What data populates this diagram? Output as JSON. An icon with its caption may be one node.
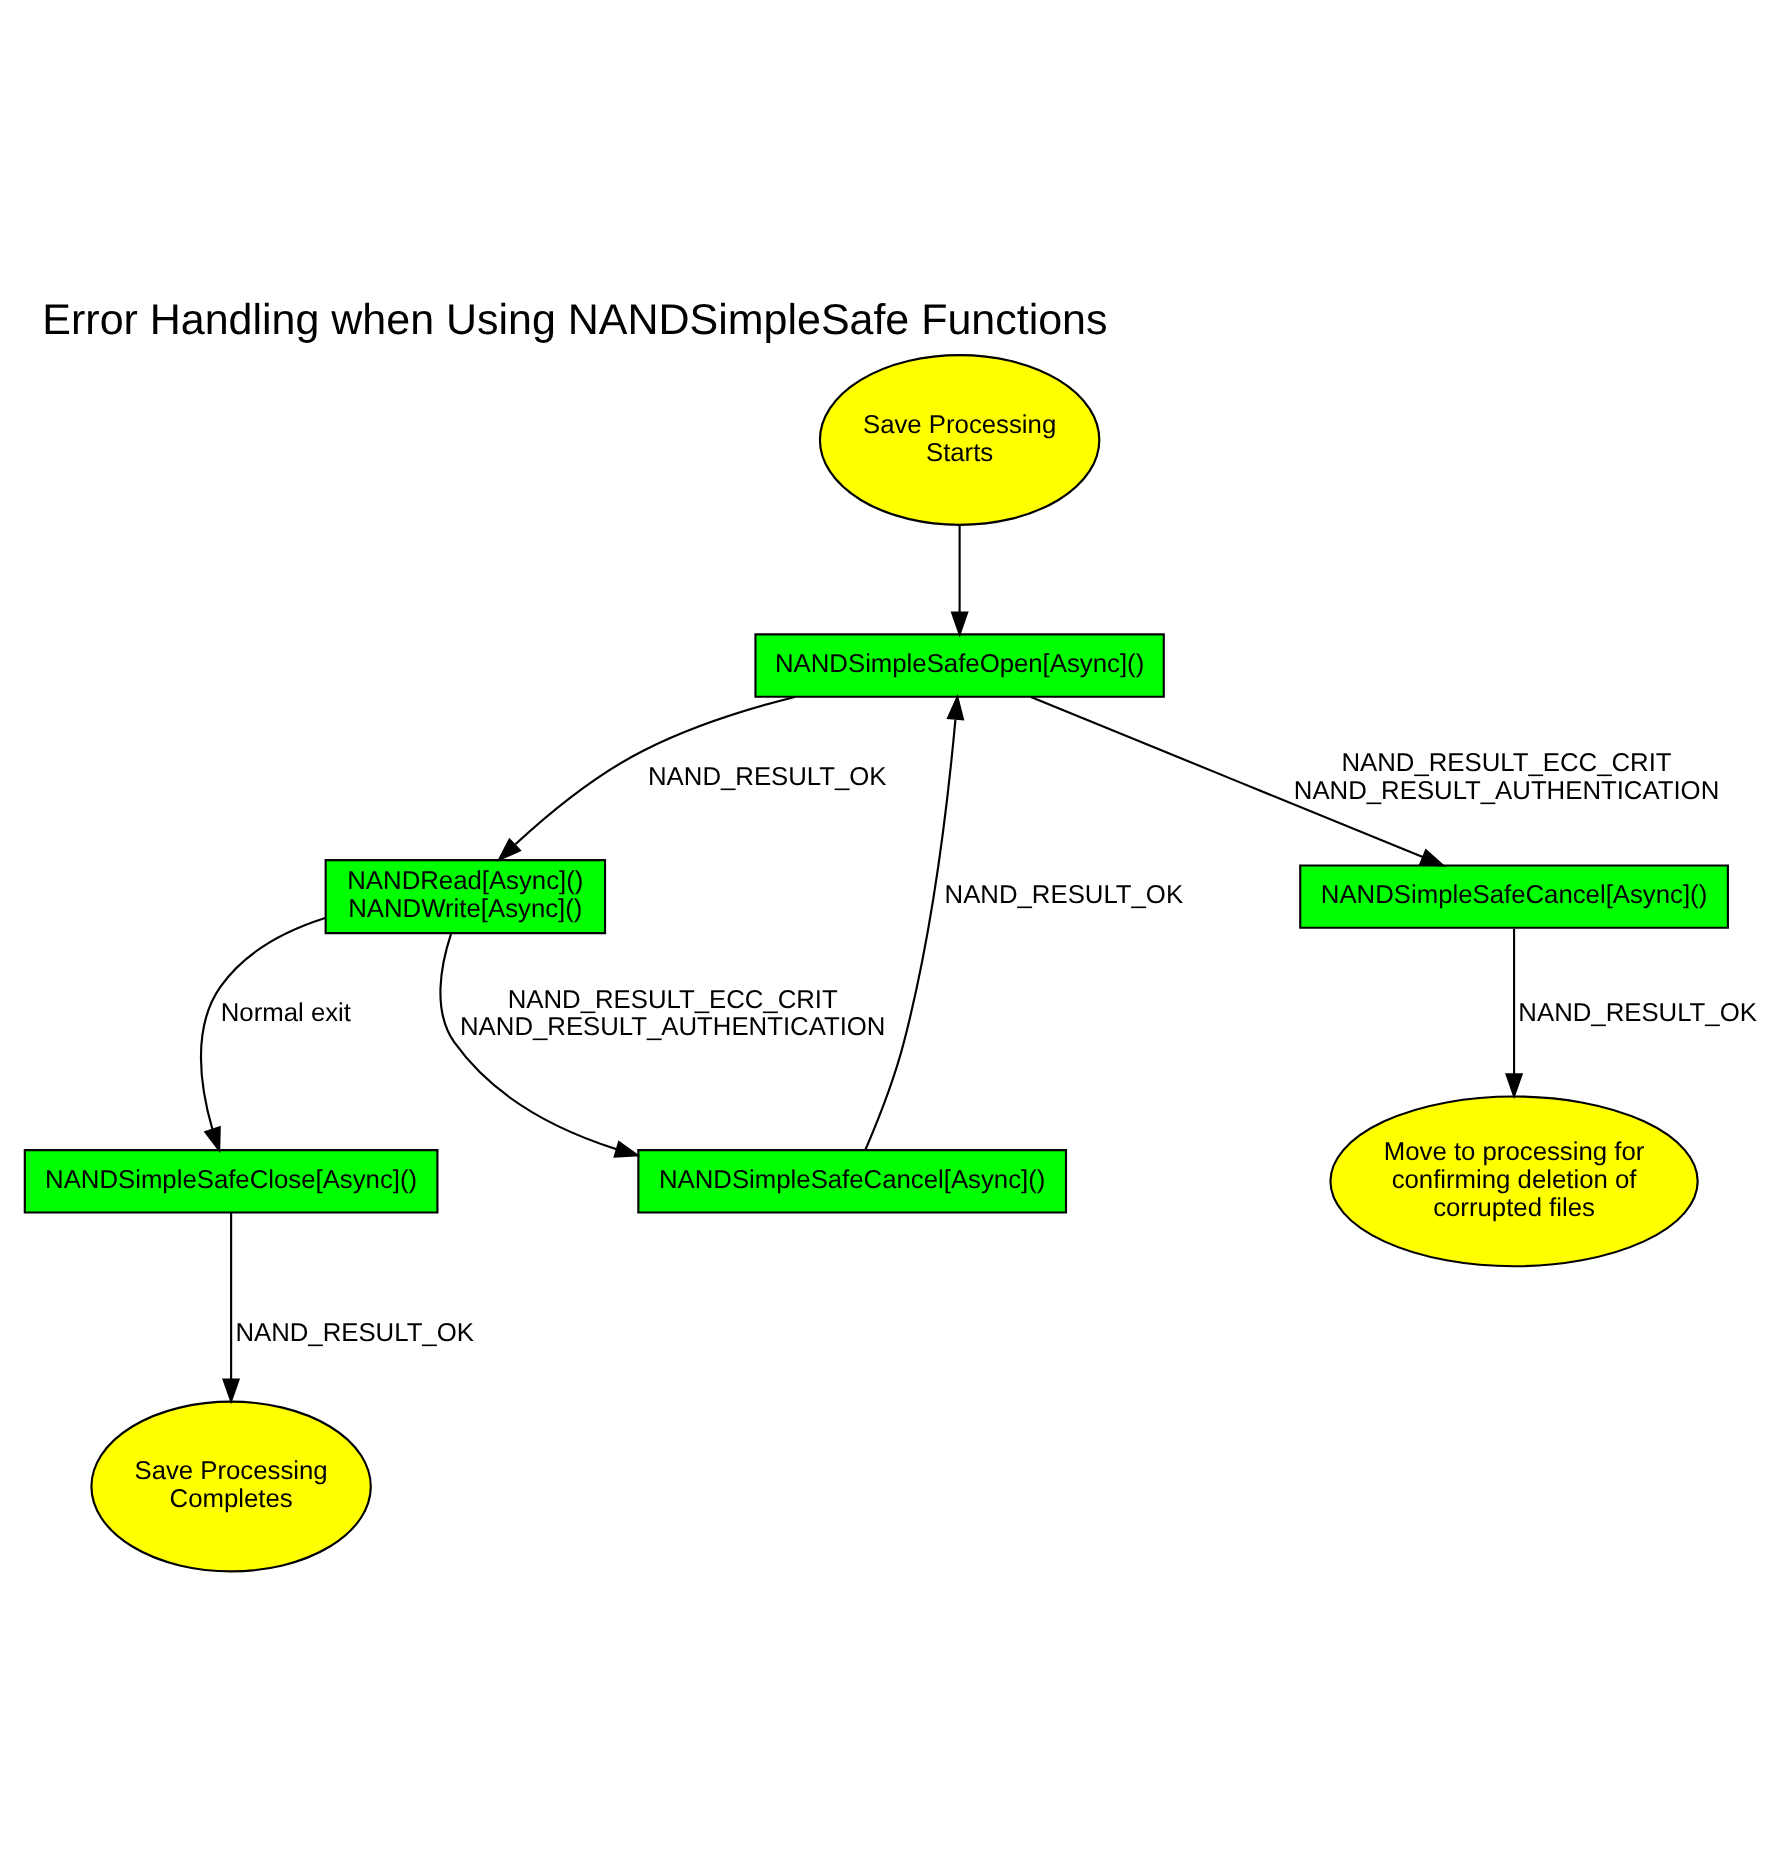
{
  "diagram": {
    "title": "Error Handling when Using NANDSimpleSafe Functions",
    "nodes": [
      {
        "text": [
          "Save Processing Starts"
        ]
      },
      {
        "text": [
          "NANDSimpleSafeOpen[Async]()"
        ]
      },
      {
        "text": [
          "NANDSimpleSafeCancel[Async]()"
        ]
      },
      {
        "text": [
          "NANDRead[Async]()",
          "NANDWrite[Async]()"
        ]
      },
      {
        "text": [
          "NANDSimpleSafeCancel[Async]()"
        ]
      },
      {
        "text": [
          "NANDSimpleSafeClose[Async]()"
        ]
      },
      {
        "text": [
          "Move to processing for confirming deletion of corrupted files"
        ]
      },
      {
        "text": [
          "Save Processing Completes"
        ]
      }
    ],
    "edges": [
      {
        "from": 0,
        "to": 1,
        "arrow": "to"
      },
      {
        "from": 1,
        "to": 4,
        "arrow": "to",
        "label": "NAND_RESULT_ECC_CRIT NAND_RESULT_AUTHENTICATION"
      },
      {
        "from": 1,
        "to": 3,
        "arrow": "to",
        "label": "NAND_RESULT_OK"
      },
      {
        "from": 2,
        "to": 1,
        "arrow": "to",
        "label": "NAND_RESULT_OK"
      },
      {
        "from": 3,
        "to": 2,
        "arrow": "to",
        "label": "NAND_RESULT_ECC_CRIT NAND_RESULT_AUTHENTICATION"
      },
      {
        "from": 3,
        "to": 5,
        "arrow": "to",
        "label": "Normal exit"
      },
      {
        "from": 4,
        "to": 6,
        "arrow": "to",
        "label": "NAND_RESULT_OK"
      },
      {
        "from": 5,
        "to": 7,
        "arrow": "to",
        "label": "NAND_RESULT_OK"
      }
    ]
  }
}
